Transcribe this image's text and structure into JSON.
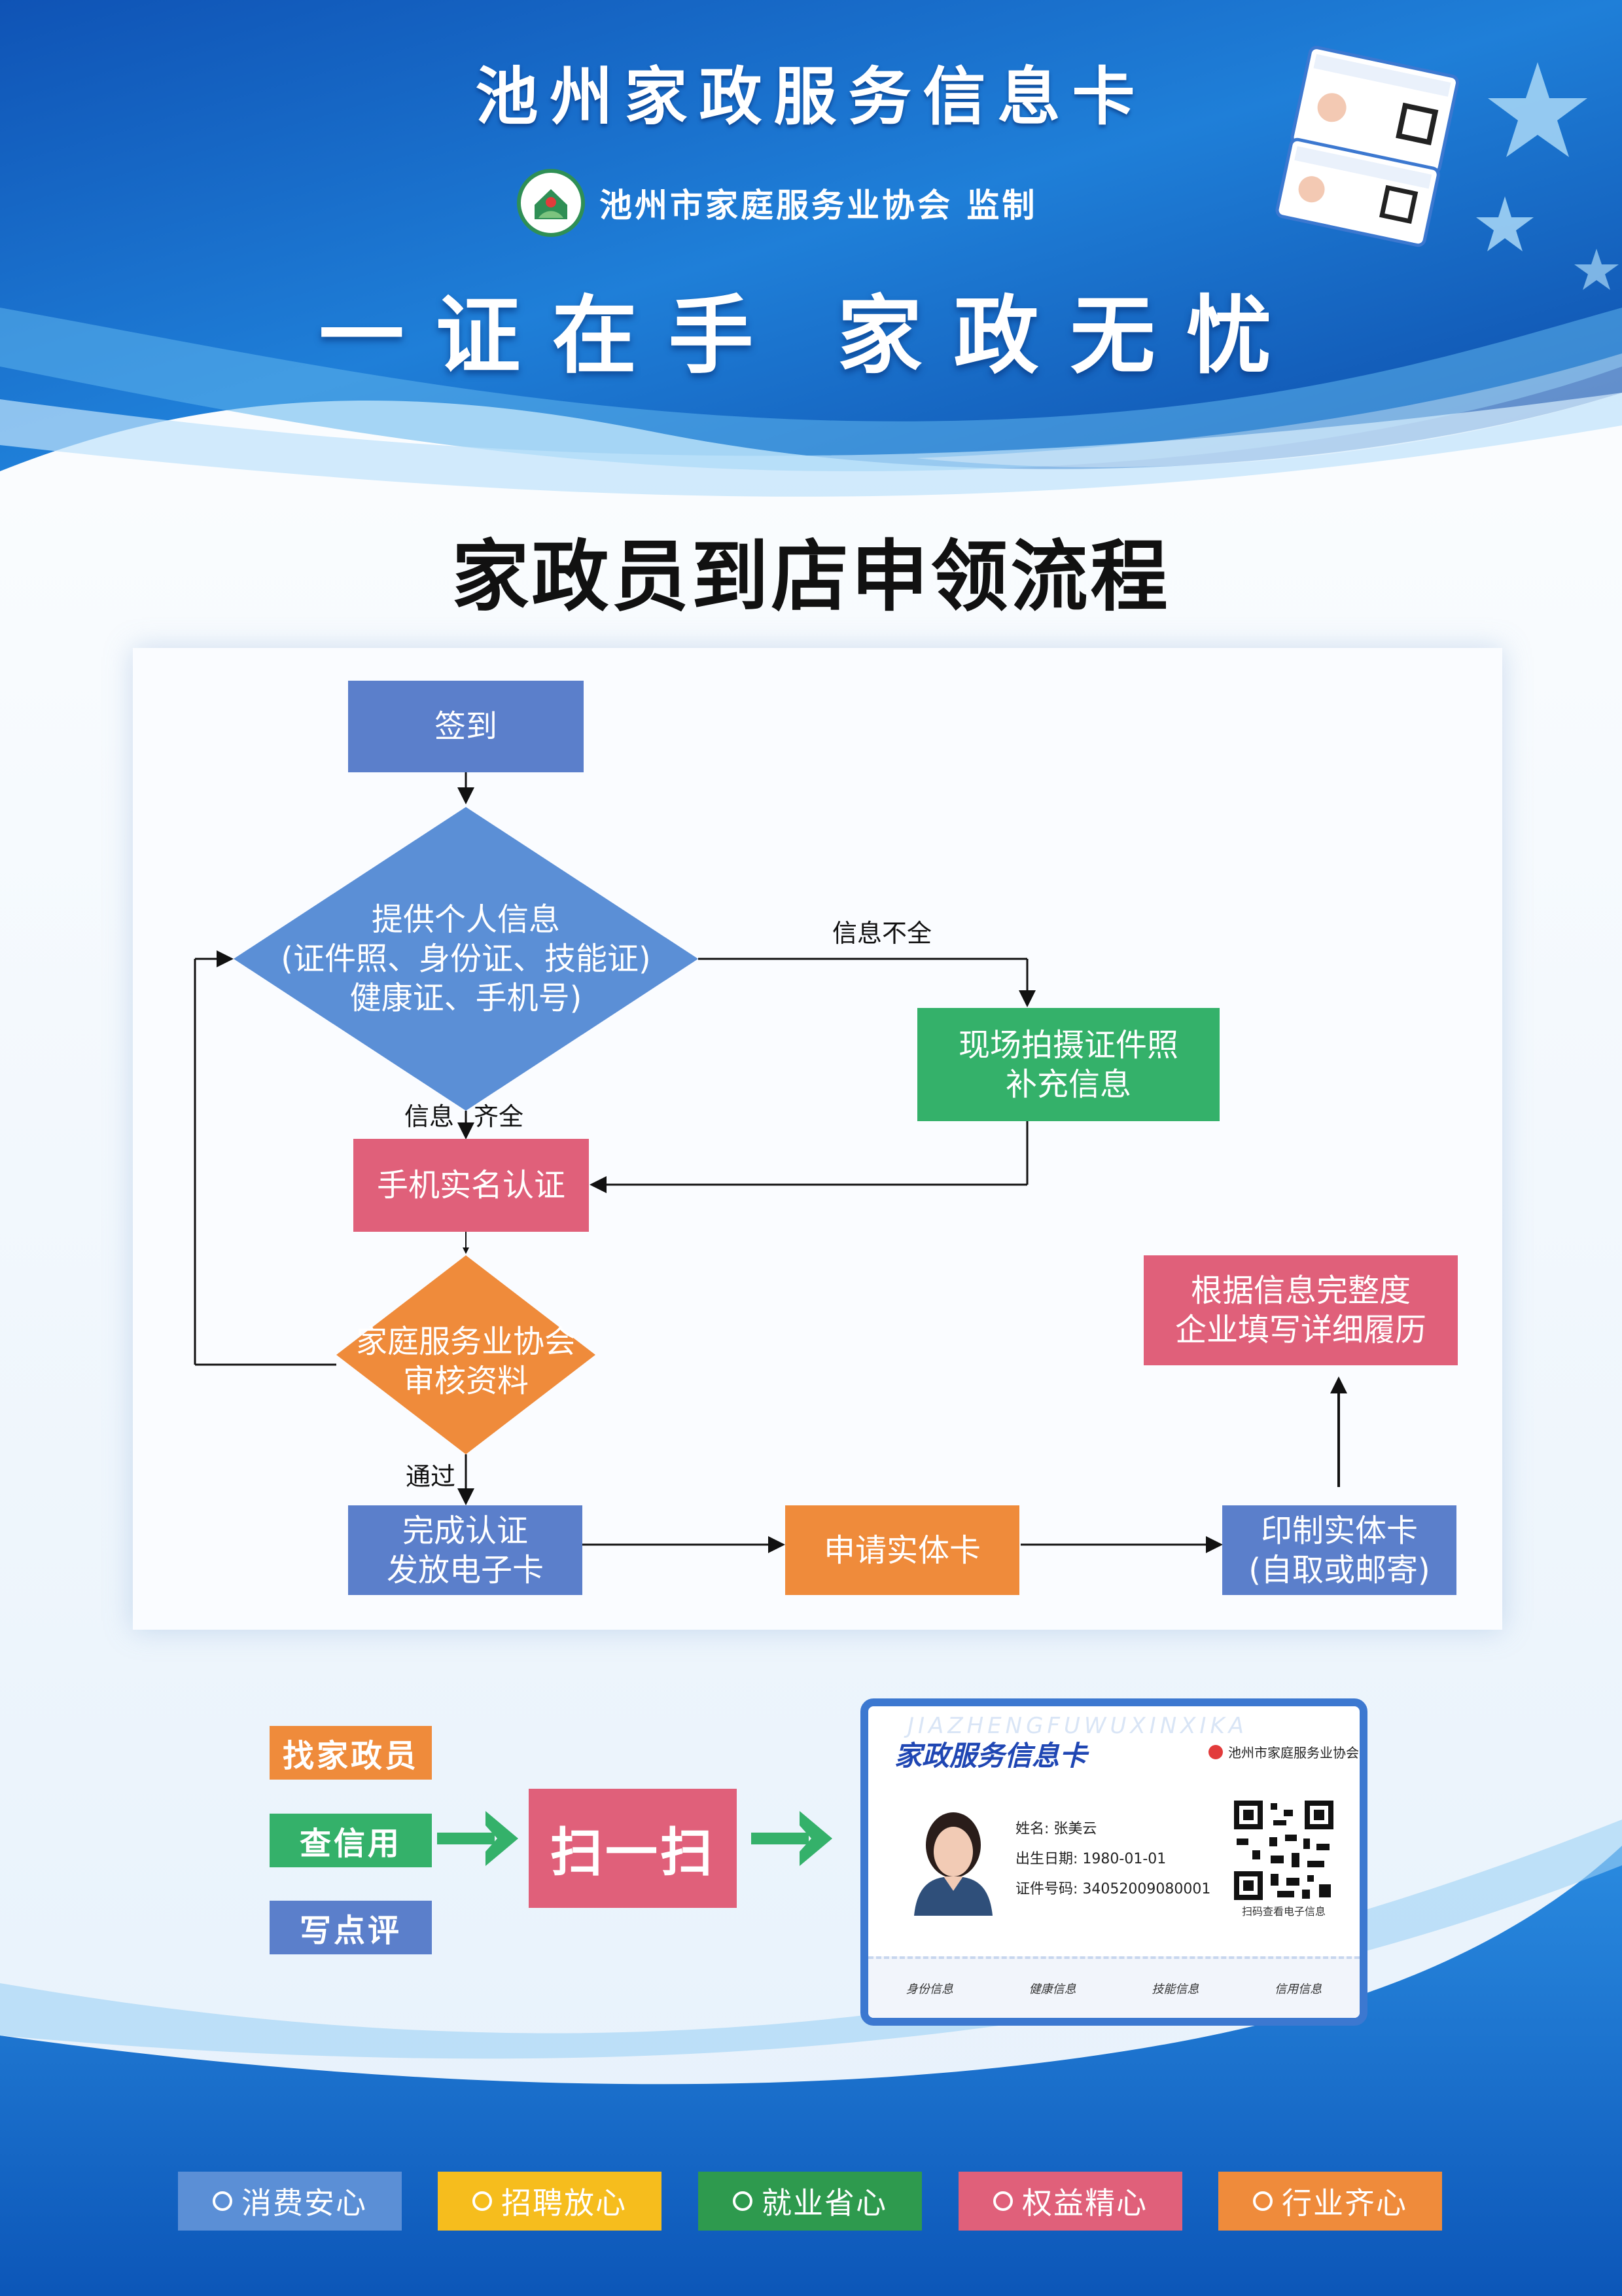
{
  "header": {
    "title": "池州家政服务信息卡",
    "org": "池州市家庭服务业协会 监制",
    "slogan_part1": "一证在手",
    "slogan_part2": "家政无忧"
  },
  "main_title": "家政员到店申领流程",
  "flow": {
    "sign_in": "签到",
    "provide_info_line1": "提供个人信息",
    "provide_info_line2": "(证件照、身份证、技能证)",
    "provide_info_line3": "健康证、手机号)",
    "incomplete_label": "信息不全",
    "onsite_photo_line1": "现场拍摄证件照",
    "onsite_photo_line2": "补充信息",
    "complete_label_a": "信息",
    "complete_label_b": "齐全",
    "realname": "手机实名认证",
    "review_line1": "家庭服务业协会",
    "review_line2": "审核资料",
    "pass_label": "通过",
    "done_line1": "完成认证",
    "done_line2": "发放电子卡",
    "apply_card": "申请实体卡",
    "print_line1": "印制实体卡",
    "print_line2": "(自取或邮寄)",
    "resume_line1": "根据信息完整度",
    "resume_line2": "企业填写详细履历"
  },
  "scan": {
    "find": "找家政员",
    "credit": "查信用",
    "review": "写点评",
    "scan": "扫一扫"
  },
  "card": {
    "watermark": "JIAZHENGFUWUXINXIKA",
    "title": "家政服务信息卡",
    "org": "池州市家庭服务业协会",
    "name": "姓名: 张美云",
    "birth": "出生日期: 1980-01-01",
    "id": "证件号码: 34052009080001",
    "qr_caption": "扫码查看电子信息",
    "foot": [
      "身份信息",
      "健康信息",
      "技能信息",
      "信用信息"
    ]
  },
  "footer_tags": [
    {
      "label": "消费安心",
      "color": "#5b8fd6"
    },
    {
      "label": "招聘放心",
      "color": "#f6bd1d"
    },
    {
      "label": "就业省心",
      "color": "#2e9a4e"
    },
    {
      "label": "权益精心",
      "color": "#e0607a"
    },
    {
      "label": "行业齐心",
      "color": "#ef8b3b"
    }
  ],
  "colors": {
    "blue_node": "#5b7fcb",
    "green_node": "#34b16a",
    "pink_node": "#e0607a",
    "orange_node": "#ef8b3b",
    "bg_blue": "#1f64c4"
  }
}
